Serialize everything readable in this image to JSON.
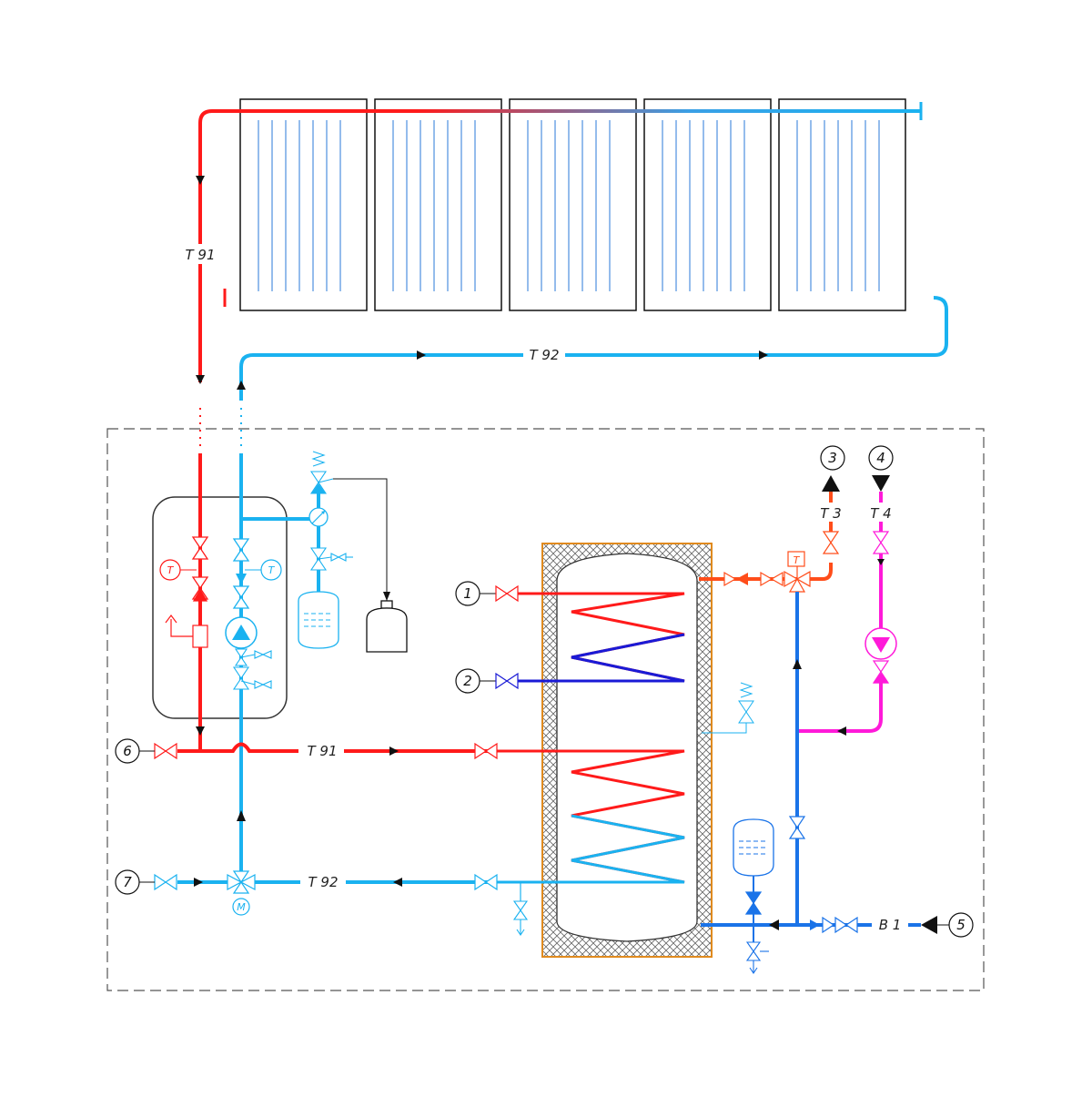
{
  "labels": {
    "t91": "T 91",
    "t92": "T 92",
    "t3": "T 3",
    "t4": "T 4",
    "b1": "B 1"
  },
  "connections": {
    "c1": "1",
    "c2": "2",
    "c3": "3",
    "c4": "4",
    "c5": "5",
    "c6": "6",
    "c7": "7"
  },
  "symbols": {
    "temp": "T",
    "motor": "M"
  },
  "colors": {
    "hot": "#ff1a1a",
    "cold": "#1ab2f0",
    "cold_dark": "#1a73e8",
    "coil_blue": "#1a1ad6",
    "dhw": "#ff4d1a",
    "circulation": "#ff1ad9",
    "insulation": "#e08a1e"
  },
  "icons": [
    "solar-collector-icon",
    "valve-icon",
    "pump-icon",
    "check-valve-icon",
    "thermometer-icon",
    "safety-valve-icon",
    "manometer-icon",
    "expansion-vessel-icon",
    "drain-valve-icon",
    "mixing-valve-icon",
    "motorized-three-way-valve-icon",
    "flow-meter-icon"
  ]
}
